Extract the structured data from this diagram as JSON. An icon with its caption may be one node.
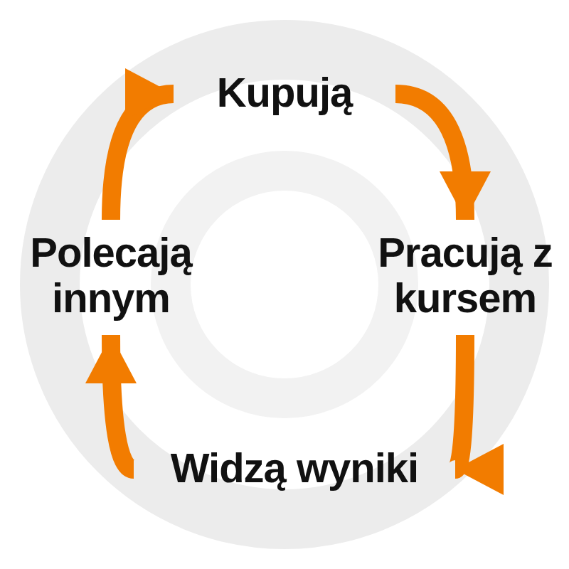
{
  "diagram": {
    "nodes": [
      {
        "text": [
          "Kupują"
        ]
      },
      {
        "text": [
          "Pracują z kursem"
        ]
      },
      {
        "text": [
          "Widzą wyniki"
        ]
      },
      {
        "text": [
          "Polecają innym"
        ]
      }
    ],
    "edges": [
      {
        "from": 0,
        "to": 1,
        "arrow": "to"
      },
      {
        "from": 1,
        "to": 2,
        "arrow": "to"
      },
      {
        "from": 2,
        "to": 3,
        "arrow": "to"
      },
      {
        "from": 3,
        "to": 0,
        "arrow": "to"
      }
    ]
  }
}
